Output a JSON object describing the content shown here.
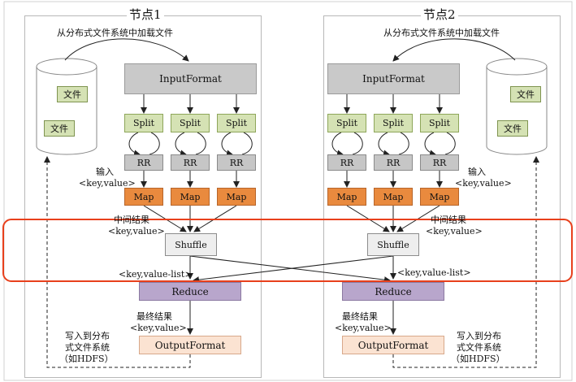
{
  "nodes": [
    {
      "title": "节点1",
      "load_label": "从分布式文件系统中加载文件",
      "file1": "文件",
      "file2": "文件",
      "input_label": "输入",
      "input_kv": "<key,value>",
      "intermediate_label": "中间结果",
      "intermediate_kv": "<key,value>",
      "key_value_list": "<key,value-list>",
      "final_label": "最终结果",
      "final_kv": "<key,value>",
      "write_line1": "写入到分布",
      "write_line2": "式文件系统",
      "write_line3": "（如HDFS）"
    },
    {
      "title": "节点2",
      "load_label": "从分布式文件系统中加载文件",
      "file1": "文件",
      "file2": "文件",
      "input_label": "输入",
      "input_kv": "<key,value>",
      "intermediate_label": "中间结果",
      "intermediate_kv": "<key,value>",
      "key_value_list": "<key,value-list>",
      "final_label": "最终结果",
      "final_kv": "<key,value>",
      "write_line1": "写入到分布",
      "write_line2": "式文件系统",
      "write_line3": "（如HDFS）"
    }
  ],
  "blocks": {
    "inputformat": "InputFormat",
    "split": "Split",
    "rr": "RR",
    "map": "Map",
    "shuffle": "Shuffle",
    "reduce": "Reduce",
    "outputformat": "OutputFormat"
  },
  "colors": {
    "highlight": "#e8401c",
    "split": "#d5e2b4",
    "map": "#e98a3e",
    "reduce": "#b8a6cc",
    "outputformat": "#fbe3d2"
  }
}
